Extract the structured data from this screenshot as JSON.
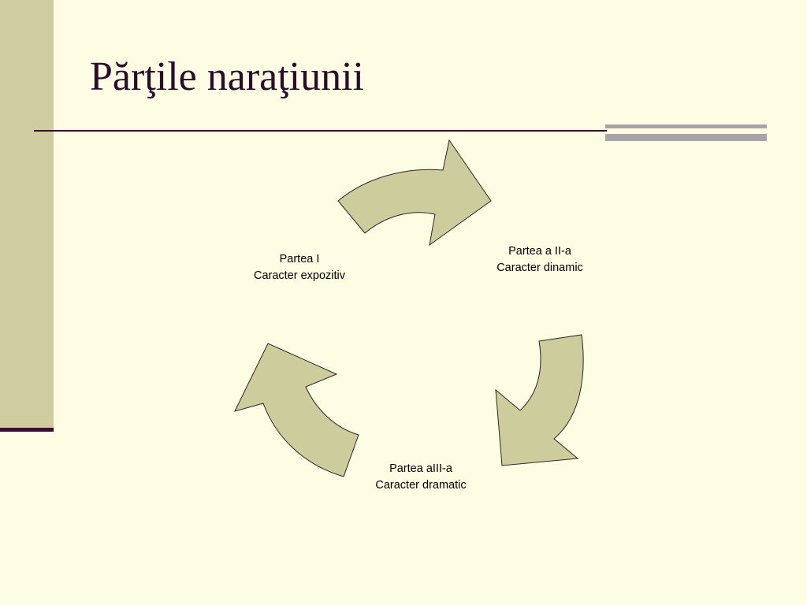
{
  "slide": {
    "title": "Părţile naraţiunii"
  },
  "cycle": {
    "stages": [
      {
        "name": "Partea I",
        "description": "Caracter expozitiv"
      },
      {
        "name": "Partea a II-a",
        "description": "Caracter dinamic"
      },
      {
        "name": "Partea aIII-a",
        "description": "Caracter dramatic"
      }
    ]
  },
  "colors": {
    "background": "#fdfde3",
    "side_bar": "#cfcc9f",
    "title_text": "#2d0b2a",
    "rule": "#3a0f2e",
    "accent_bar": "#a6a4a9",
    "arrow_fill": "#cccc9c",
    "arrow_stroke": "#262626"
  }
}
